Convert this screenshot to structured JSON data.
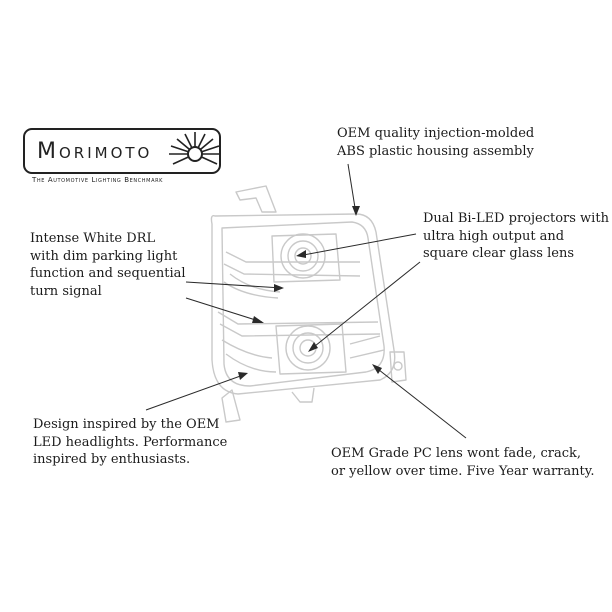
{
  "brand": {
    "name": "Morimoto",
    "tagline": "The Automotive Lighting Benchmark"
  },
  "callouts": {
    "housing": {
      "lines": [
        "OEM quality injection-molded",
        "ABS plastic housing assembly"
      ]
    },
    "drl": {
      "lines": [
        "Intense White DRL",
        "with dim parking light",
        "function and sequential",
        "turn signal"
      ]
    },
    "projectors": {
      "lines": [
        "Dual Bi-LED projectors with",
        "ultra high output and",
        "square clear glass lens"
      ]
    },
    "design": {
      "lines": [
        "Design inspired by the OEM",
        "LED headlights. Performance",
        "inspired by enthusiasts."
      ]
    },
    "lens": {
      "lines": [
        "OEM Grade PC lens wont fade, crack,",
        "or yellow over time. Five Year warranty."
      ]
    }
  },
  "colors": {
    "line_art": "#c9c9c9",
    "line_art_dark": "#9a9a9a",
    "text": "#1b1b1b",
    "logo_sun": "#222222"
  }
}
